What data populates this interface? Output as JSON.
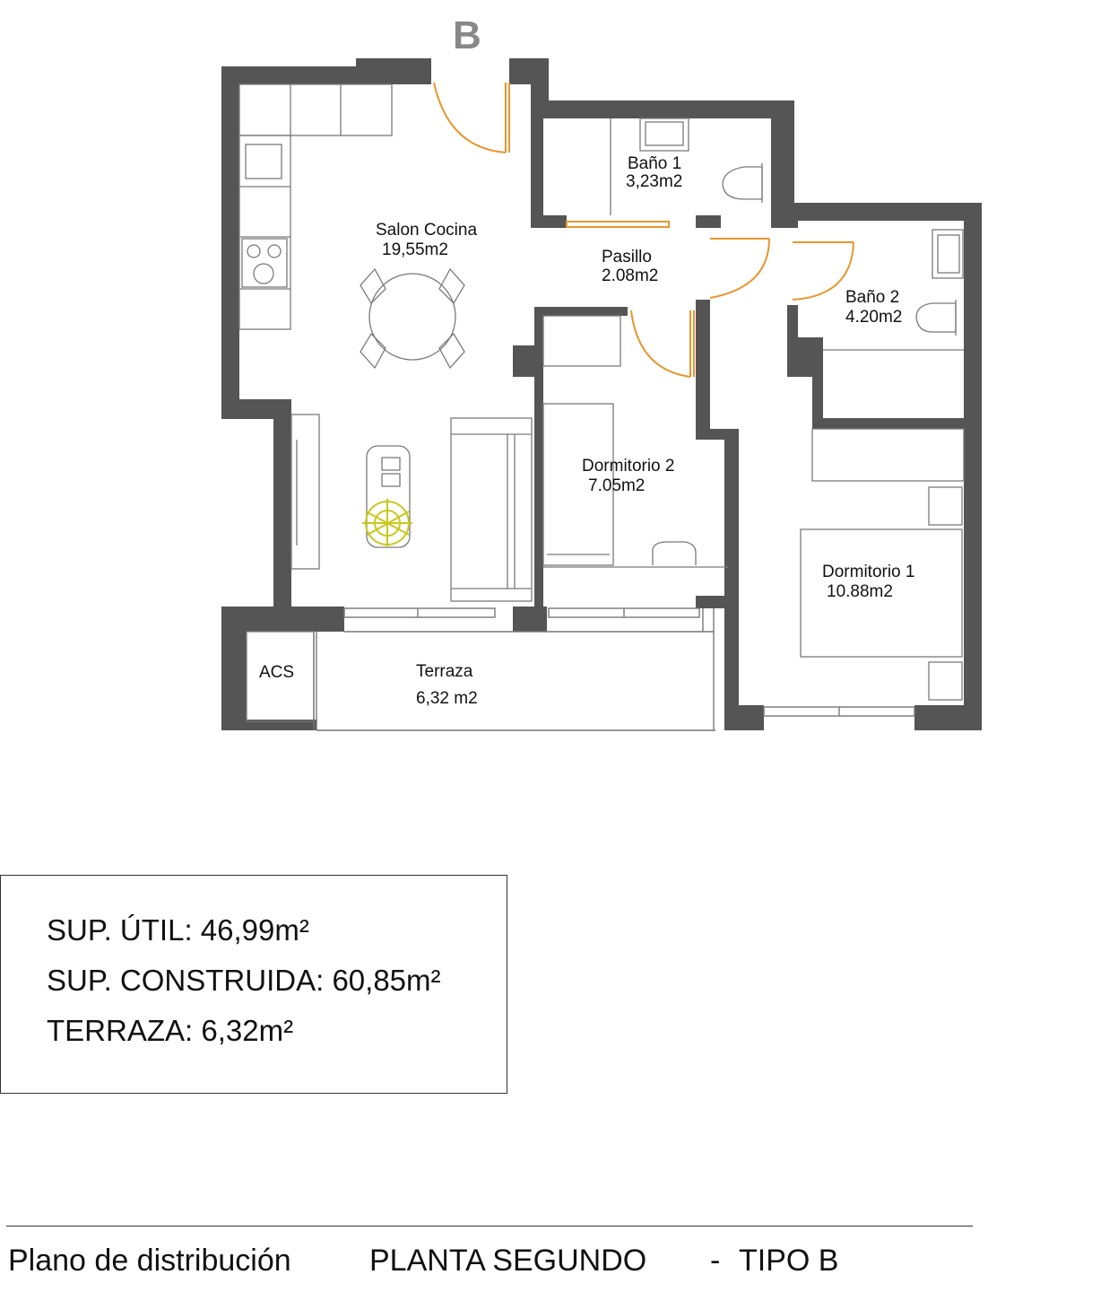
{
  "unit_marker": "B",
  "rooms": {
    "salon_name": "Salon Cocina",
    "salon_area": "19,55m2",
    "bano1_name": "Baño 1",
    "bano1_area": "3,23m2",
    "pasillo_name": "Pasillo",
    "pasillo_area": "2.08m2",
    "bano2_name": "Baño 2",
    "bano2_area": "4.20m2",
    "dorm2_name": "Dormitorio 2",
    "dorm2_area": "7.05m2",
    "dorm1_name": "Dormitorio 1",
    "dorm1_area": "10.88m2",
    "acs_name": "ACS",
    "terraza_name": "Terraza",
    "terraza_area": "6,32 m2"
  },
  "summary": {
    "util": "SUP. ÚTIL: 46,99m²",
    "construida": "SUP. CONSTRUIDA: 60,85m²",
    "terraza": "TERRAZA: 6,32m²"
  },
  "footer": {
    "left": "Plano de distribución",
    "planta": "PLANTA SEGUNDO",
    "separator": "-",
    "tipo": "TIPO B"
  },
  "colors": {
    "wall": "#555555",
    "door": "#e8962e",
    "furniture_line": "#7a7a7a",
    "plant": "#c8c81e"
  }
}
